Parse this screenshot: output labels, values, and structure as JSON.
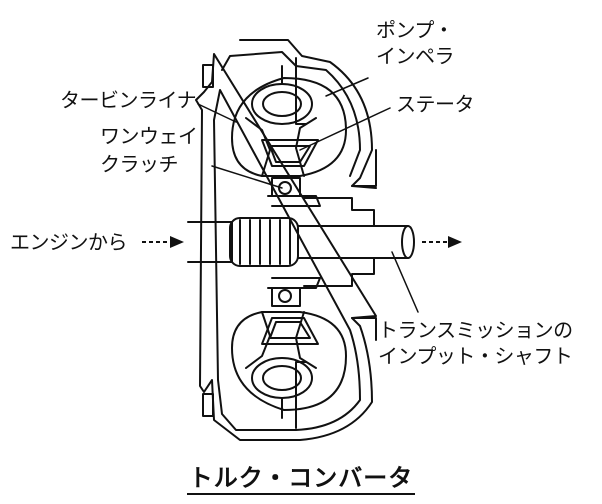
{
  "labels": {
    "pump_impeller_line1": "ポンプ・",
    "pump_impeller_line2": "インペラ",
    "turbine_liner": "タービンライナ",
    "stator": "ステータ",
    "one_way_clutch_line1": "ワンウェイ",
    "one_way_clutch_line2": "クラッチ",
    "from_engine": "エンジンから",
    "transmission_input_shaft_line1": "トランスミッションの",
    "transmission_input_shaft_line2": "インプット・シャフト"
  },
  "caption": "トルク・コンバータ",
  "colors": {
    "ink": "#111111",
    "background": "#ffffff"
  }
}
